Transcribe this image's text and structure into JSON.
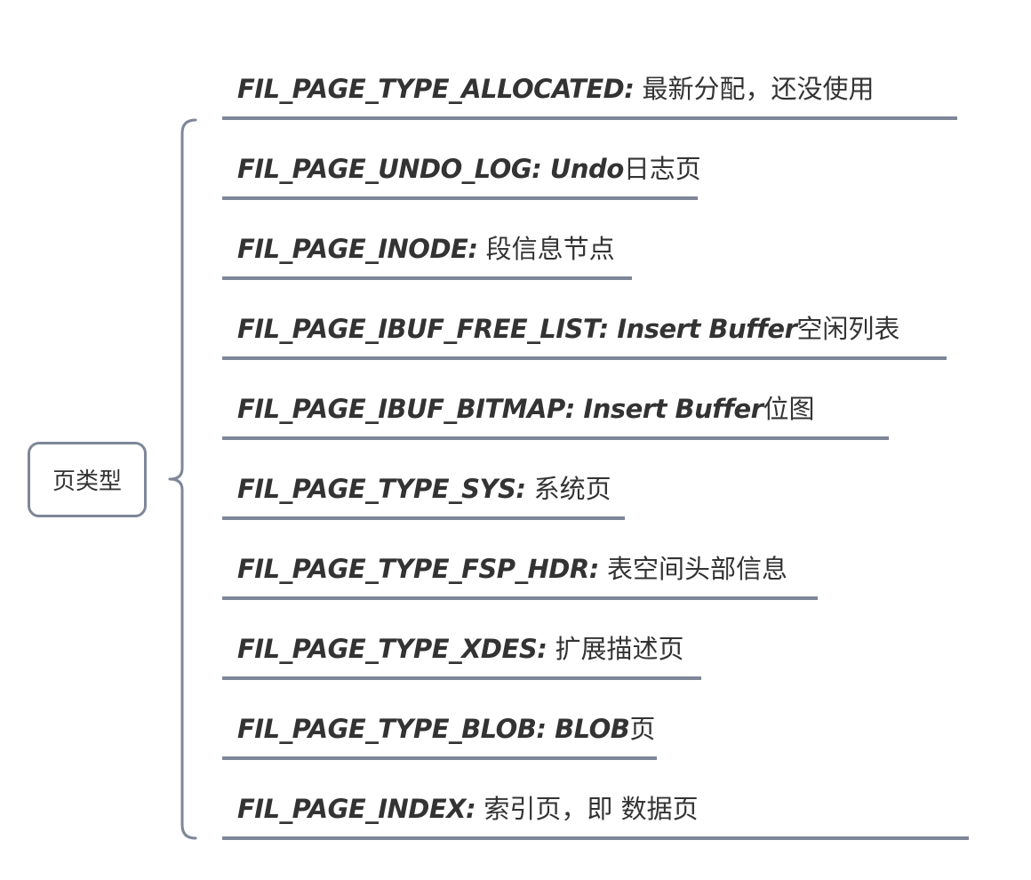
{
  "root": {
    "label": "页类型"
  },
  "branches": [
    {
      "code": "FIL_PAGE_TYPE_ALLOCATED:",
      "desc": " 最新分配，还没使用"
    },
    {
      "code": "FIL_PAGE_UNDO_LOG: Undo",
      "desc": "日志页"
    },
    {
      "code": "FIL_PAGE_INODE:",
      "desc": " 段信息节点"
    },
    {
      "code": "FIL_PAGE_IBUF_FREE_LIST: Insert Buffer",
      "desc": "空闲列表"
    },
    {
      "code": "FIL_PAGE_IBUF_BITMAP: Insert Buffer",
      "desc": "位图"
    },
    {
      "code": "FIL_PAGE_TYPE_SYS:",
      "desc": " 系统页"
    },
    {
      "code": "FIL_PAGE_TYPE_FSP_HDR:",
      "desc": " 表空间头部信息"
    },
    {
      "code": "FIL_PAGE_TYPE_XDES:",
      "desc": " 扩展描述页"
    },
    {
      "code": "FIL_PAGE_TYPE_BLOB: BLOB",
      "desc": "页"
    },
    {
      "code": "FIL_PAGE_INDEX:",
      "desc": " 索引页，即 数据页"
    }
  ],
  "colors": {
    "line": "#7d8798",
    "text": "#333333",
    "background": "#ffffff"
  }
}
